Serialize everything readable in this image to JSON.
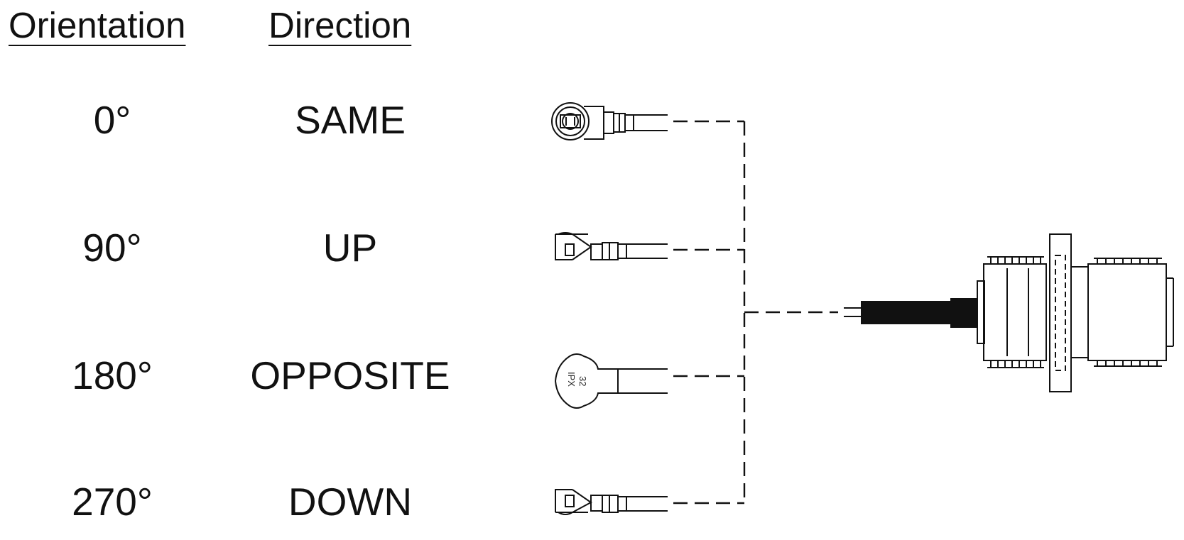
{
  "headers": {
    "orientation": "Orientation",
    "direction": "Direction"
  },
  "rows": [
    {
      "orientation": "0°",
      "direction": "SAME"
    },
    {
      "orientation": "90°",
      "direction": "UP"
    },
    {
      "orientation": "180°",
      "direction": "OPPOSITE"
    },
    {
      "orientation": "270°",
      "direction": "DOWN"
    }
  ],
  "connector_marking": {
    "number": "32",
    "brand": "IPX"
  }
}
